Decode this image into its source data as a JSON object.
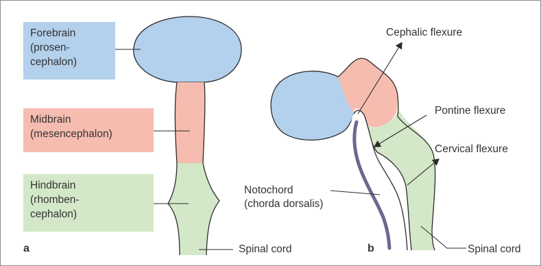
{
  "panel_a": {
    "letter": "a",
    "labels": {
      "forebrain": "Forebrain\n(prosen-\ncephalon)",
      "midbrain": "Midbrain\n(mesencephalon)",
      "hindbrain": "Hindbrain\n(rhomben-\ncephalon)",
      "spinal_cord": "Spinal cord"
    }
  },
  "panel_b": {
    "letter": "b",
    "labels": {
      "cephalic_flexure": "Cephalic flexure",
      "pontine_flexure": "Pontine flexure",
      "cervical_flexure": "Cervical flexure",
      "notochord": "Notochord\n(chorda dorsalis)",
      "spinal_cord": "Spinal cord"
    }
  },
  "colors": {
    "forebrain": "#b3d0ec",
    "midbrain": "#f6bcb0",
    "hindbrain": "#d3e8c8",
    "notochord": "#6f6690",
    "outline": "#2a2a2a"
  }
}
